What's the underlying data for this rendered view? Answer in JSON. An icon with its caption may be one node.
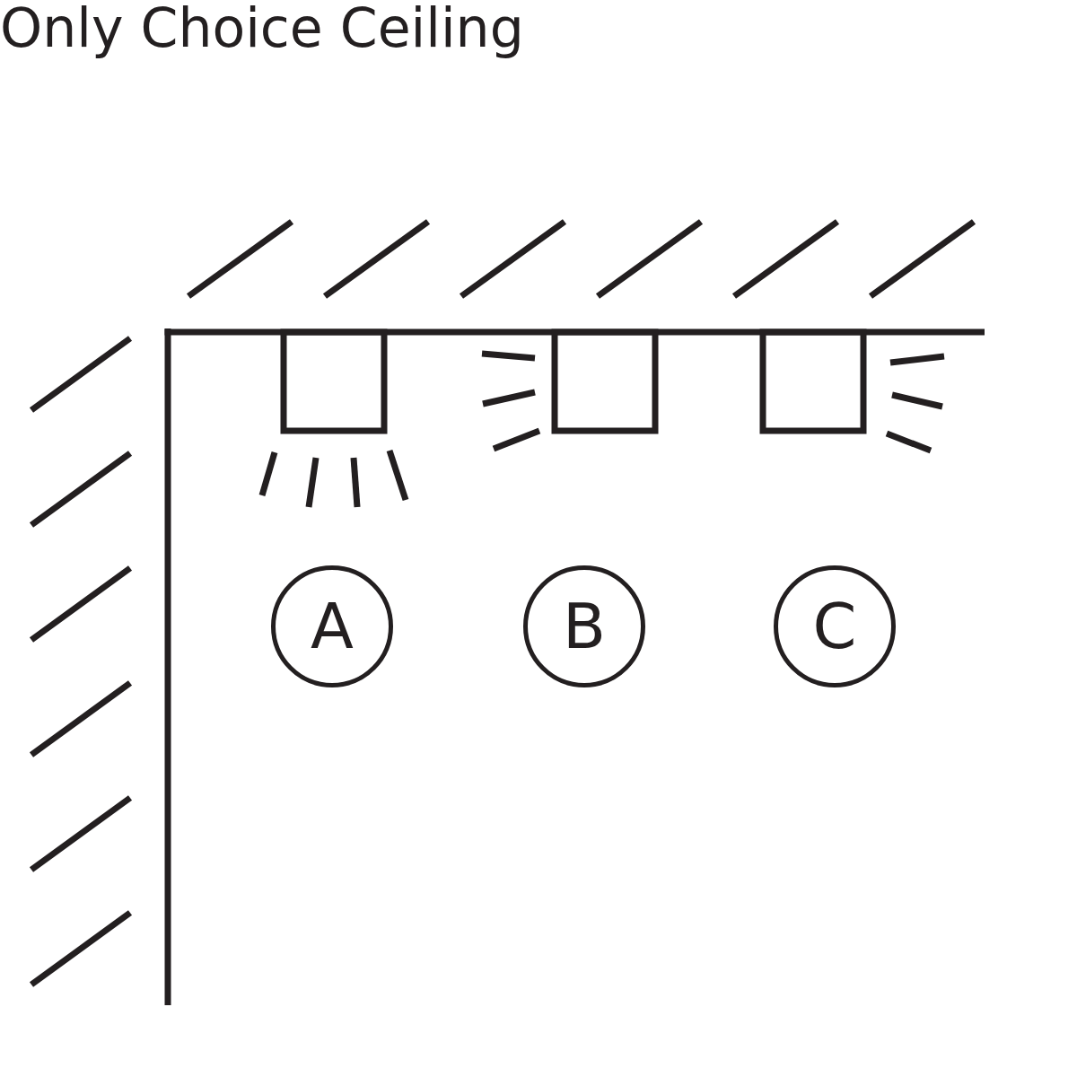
{
  "diagram": {
    "title": "Only Choice Ceiling",
    "nodes": [
      {
        "text": [
          "A"
        ]
      },
      {
        "text": [
          "B"
        ]
      },
      {
        "text": [
          "C"
        ]
      }
    ]
  }
}
